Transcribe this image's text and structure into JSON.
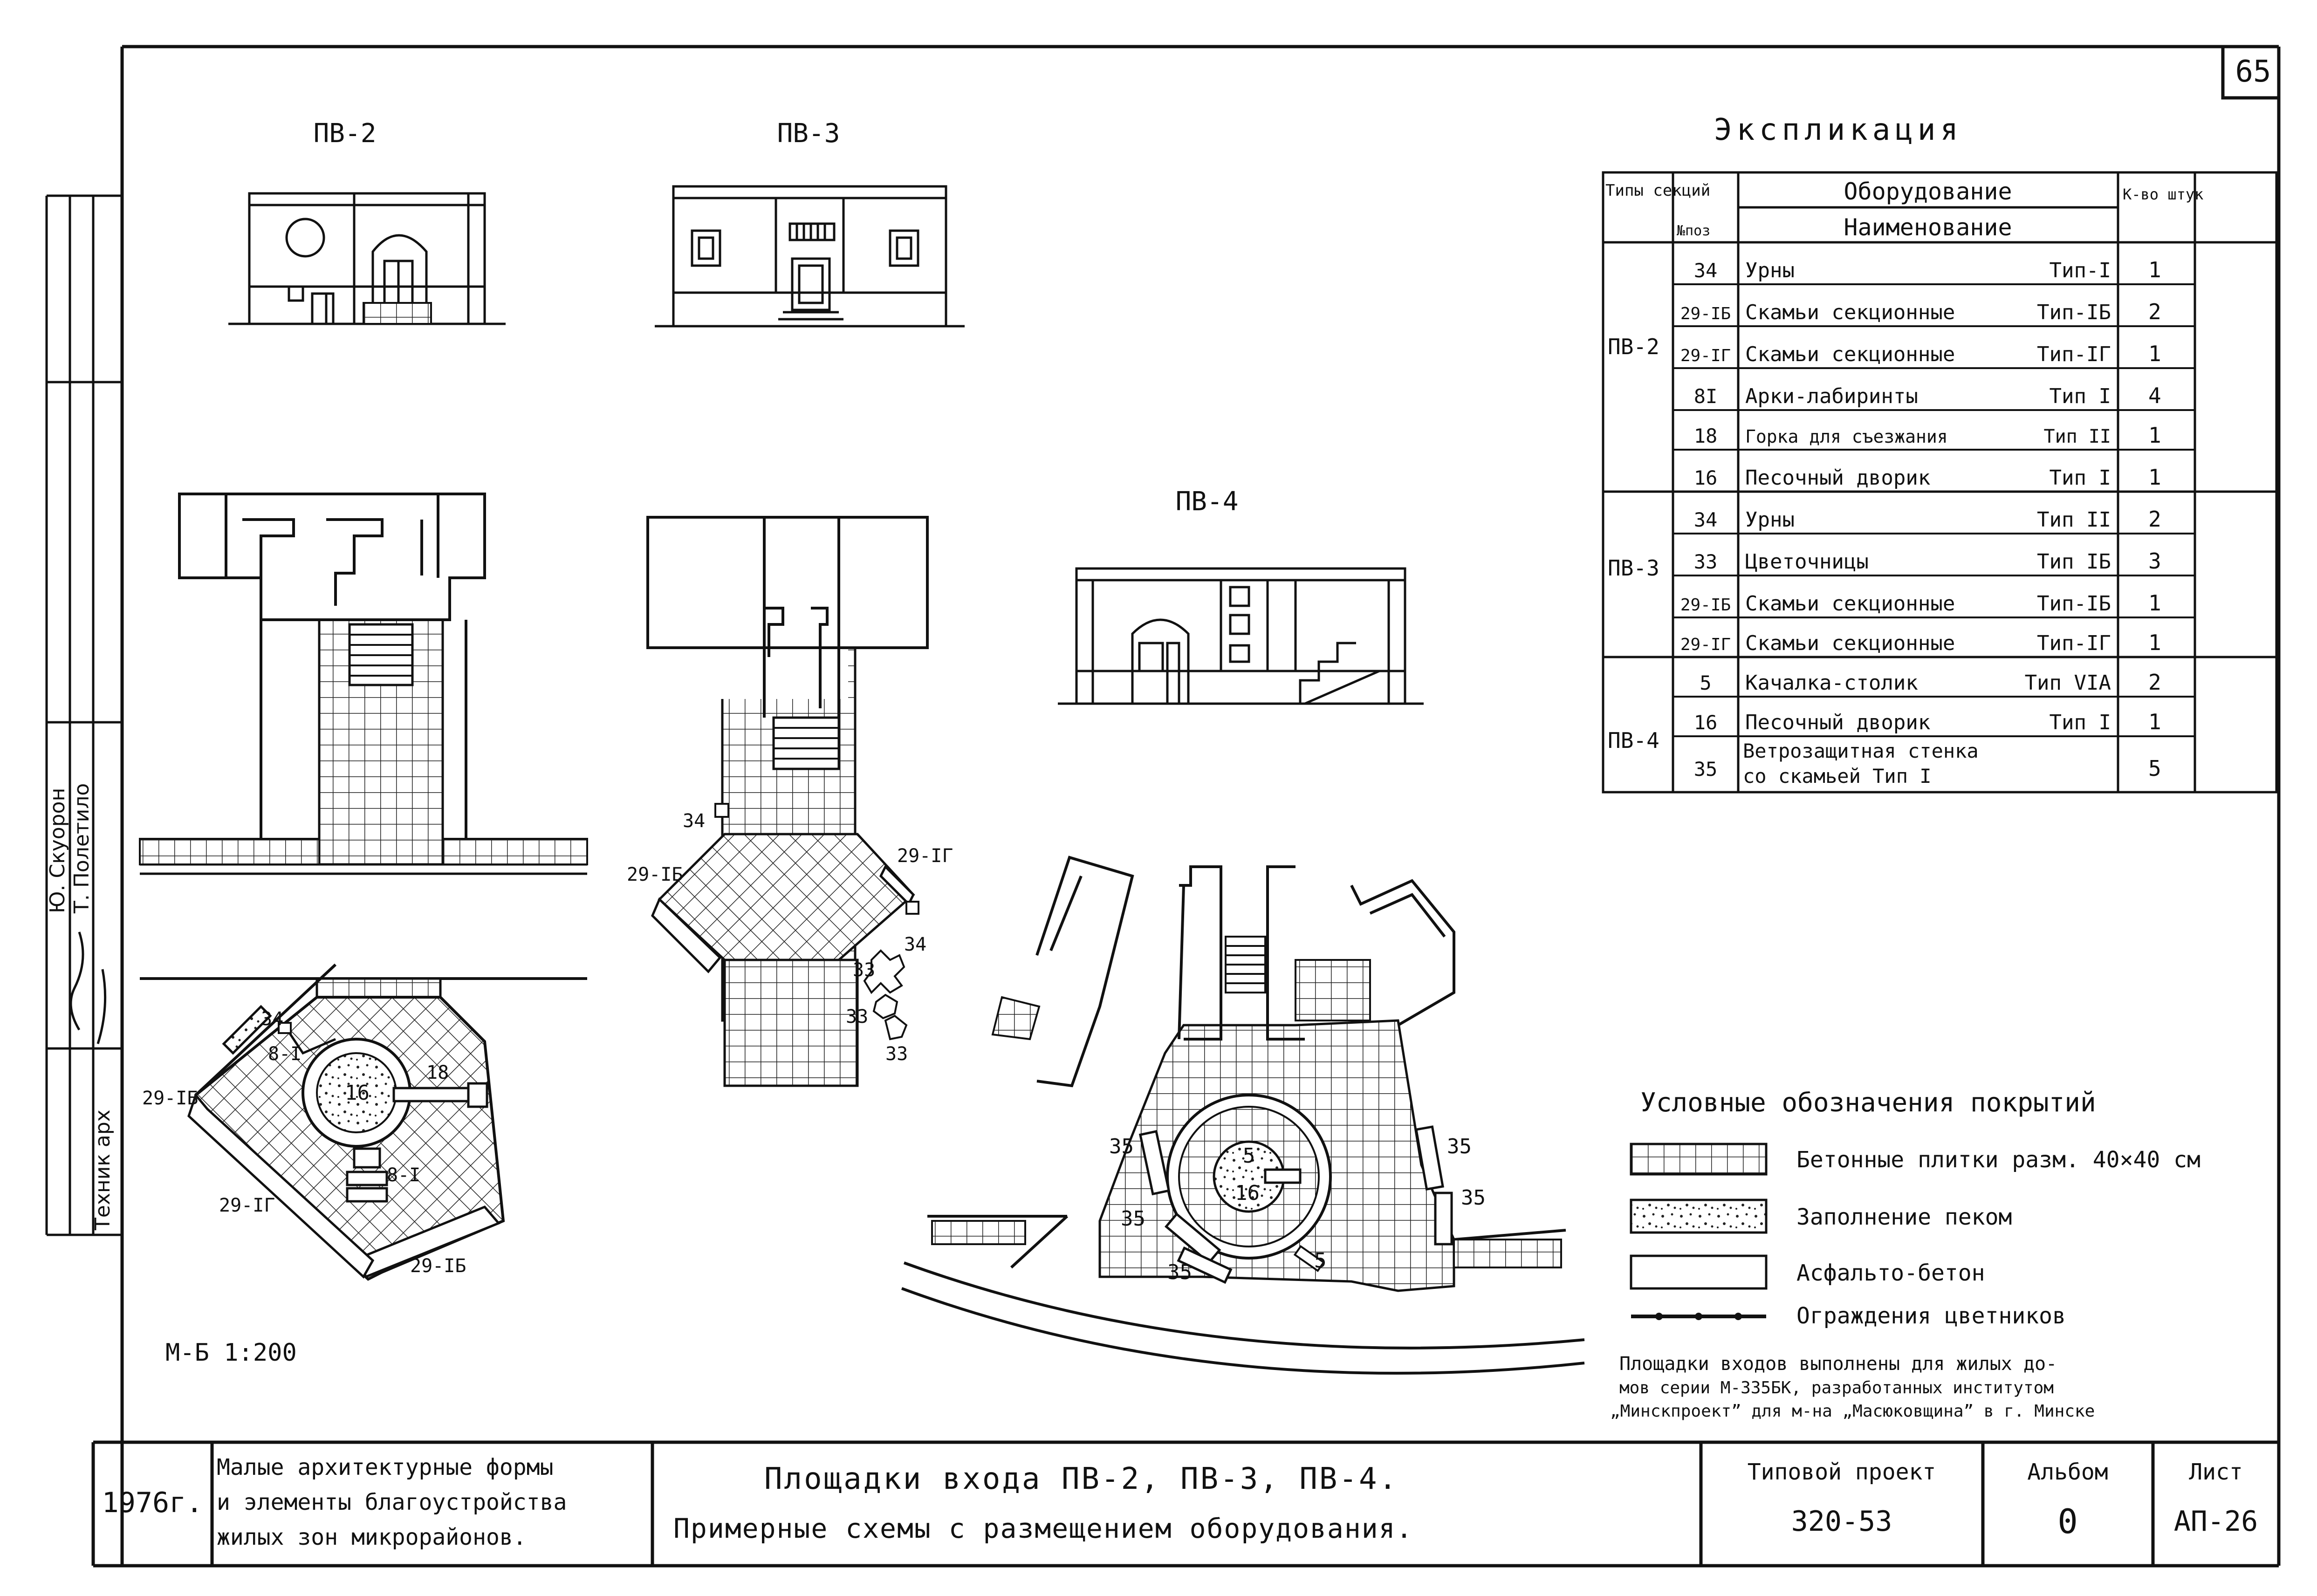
{
  "sheet_corner_number": "65",
  "views": {
    "pv2_title": "ПВ-2",
    "pv3_title": "ПВ-3",
    "pv4_title": "ПВ-4"
  },
  "plan_labels": {
    "pv2": [
      "34",
      "8-I",
      "16",
      "18",
      "8-I",
      "29-IБ",
      "29-IГ",
      "29-IБ"
    ],
    "pv3": [
      "34",
      "29-IБ",
      "29-IГ",
      "34",
      "33",
      "33",
      "33"
    ],
    "pv4": [
      "5",
      "16",
      "35",
      "35",
      "35",
      "35",
      "35",
      "5"
    ]
  },
  "scale_note": "М-Б 1:200",
  "left_margin": {
    "role_1": "Техник арх",
    "name_1": "Т. Полетило",
    "name_2": "Ю. Скуорон"
  },
  "explication": {
    "title": "Экспликация",
    "col_type": "Типы секций",
    "col_pos": "№поз",
    "col_equipment": "Оборудование",
    "col_name": "Наименование",
    "col_qty": "К-во штук",
    "groups": [
      {
        "section": "ПВ-2",
        "rows": [
          {
            "pos": "34",
            "name": "Урны",
            "type": "Тип-I",
            "qty": "1"
          },
          {
            "pos": "29-IБ",
            "name": "Скамьи секционные",
            "type": "Тип-IБ",
            "qty": "2"
          },
          {
            "pos": "29-IГ",
            "name": "Скамьи секционные",
            "type": "Тип-IГ",
            "qty": "1"
          },
          {
            "pos": "8I",
            "name": "Арки-лабиринты",
            "type": "Тип I",
            "qty": "4"
          },
          {
            "pos": "18",
            "name": "Горка для съезжания",
            "type": "Тип II",
            "qty": "1"
          },
          {
            "pos": "16",
            "name": "Песочный дворик",
            "type": "Тип I",
            "qty": "1"
          }
        ]
      },
      {
        "section": "ПВ-3",
        "rows": [
          {
            "pos": "34",
            "name": "Урны",
            "type": "Тип II",
            "qty": "2"
          },
          {
            "pos": "33",
            "name": "Цветочницы",
            "type": "Тип IБ",
            "qty": "3"
          },
          {
            "pos": "29-IБ",
            "name": "Скамьи секционные",
            "type": "Тип-IБ",
            "qty": "1"
          },
          {
            "pos": "29-IГ",
            "name": "Скамьи секционные",
            "type": "Тип-IГ",
            "qty": "1"
          }
        ]
      },
      {
        "section": "ПВ-4",
        "rows": [
          {
            "pos": "5",
            "name": "Качалка-столик",
            "type": "Тип VIА",
            "qty": "2"
          },
          {
            "pos": "16",
            "name": "Песочный дворик",
            "type": "Тип I",
            "qty": "1"
          },
          {
            "pos": "35",
            "name": "Ветрозащитная стенка со скамьей Тип I",
            "type": "",
            "qty": "5"
          }
        ]
      }
    ]
  },
  "legend": {
    "title": "Условные обозначения покрытий",
    "items": [
      {
        "label": "Бетонные плитки разм. 40×40 см",
        "pattern": "grid"
      },
      {
        "label": "Заполнение пеком",
        "pattern": "dots"
      },
      {
        "label": "Асфальто-бетон",
        "pattern": "plain"
      },
      {
        "label": "Ограждения цветников",
        "pattern": "line"
      }
    ]
  },
  "note": {
    "line1": "Площадки входов выполнены для жилых до-",
    "line2": "мов серии М-335БК, разработанных институтом",
    "line3": "„Минскпроект” для м-на „Масюковщина” в г. Минске"
  },
  "title_block": {
    "year": "1976г.",
    "series_line1": "Малые архитектурные формы",
    "series_line2": "и элементы благоустройства",
    "series_line3": "жилых зон микрорайонов.",
    "title_line1": "Площадки входа ПВ-2, ПВ-3, ПВ-4.",
    "title_line2": "Примерные схемы с размещением оборудования.",
    "project_label": "Типовой проект",
    "project_value": "320-53",
    "album_label": "Альбом",
    "album_value": "0",
    "sheet_label": "Лист",
    "sheet_value": "АП-26"
  }
}
